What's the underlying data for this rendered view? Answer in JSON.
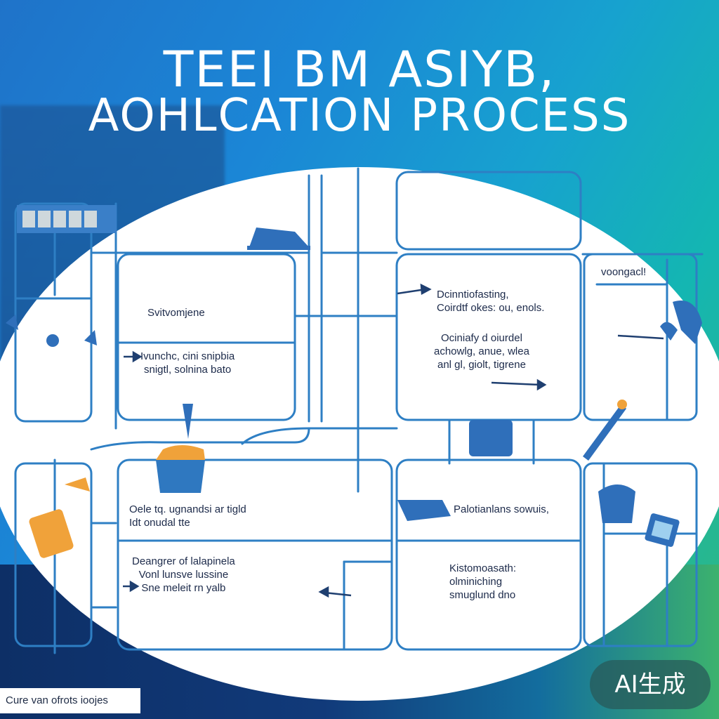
{
  "title": {
    "line1": "TEEI BM ASIYB,",
    "line2": "AOHLCATION PROCESS"
  },
  "panels": {
    "p1": "Svitvomjene",
    "p2": "Ivunchc, cini snipbia\nsnigtl, solnina bato",
    "p3": "Dcinntiofasting,\nCoirdtf okes: ou, enols.",
    "p4": "Ociniafy d oiurdel\nachowlg, anue, wlea\nanl gl, giolt, tigrene",
    "p5": "voongacl!",
    "p6": "Oele tq. ugnandsi ar tigld\nIdt onudal tte",
    "p7": "Palotianlans sowuis,",
    "p8": "Deangrer of lalapinela\nVonl lunsve lussine\nSne meleit rn yalb",
    "p9": "Kistomoasath:\nolminiching\nsmuglund dno"
  },
  "caption": "Cure van ofrots    ioojes",
  "badge": "AI生成",
  "colors": {
    "line": "#2e7fc4",
    "accent_blue": "#2f6fba",
    "accent_orange": "#f0a23a"
  }
}
